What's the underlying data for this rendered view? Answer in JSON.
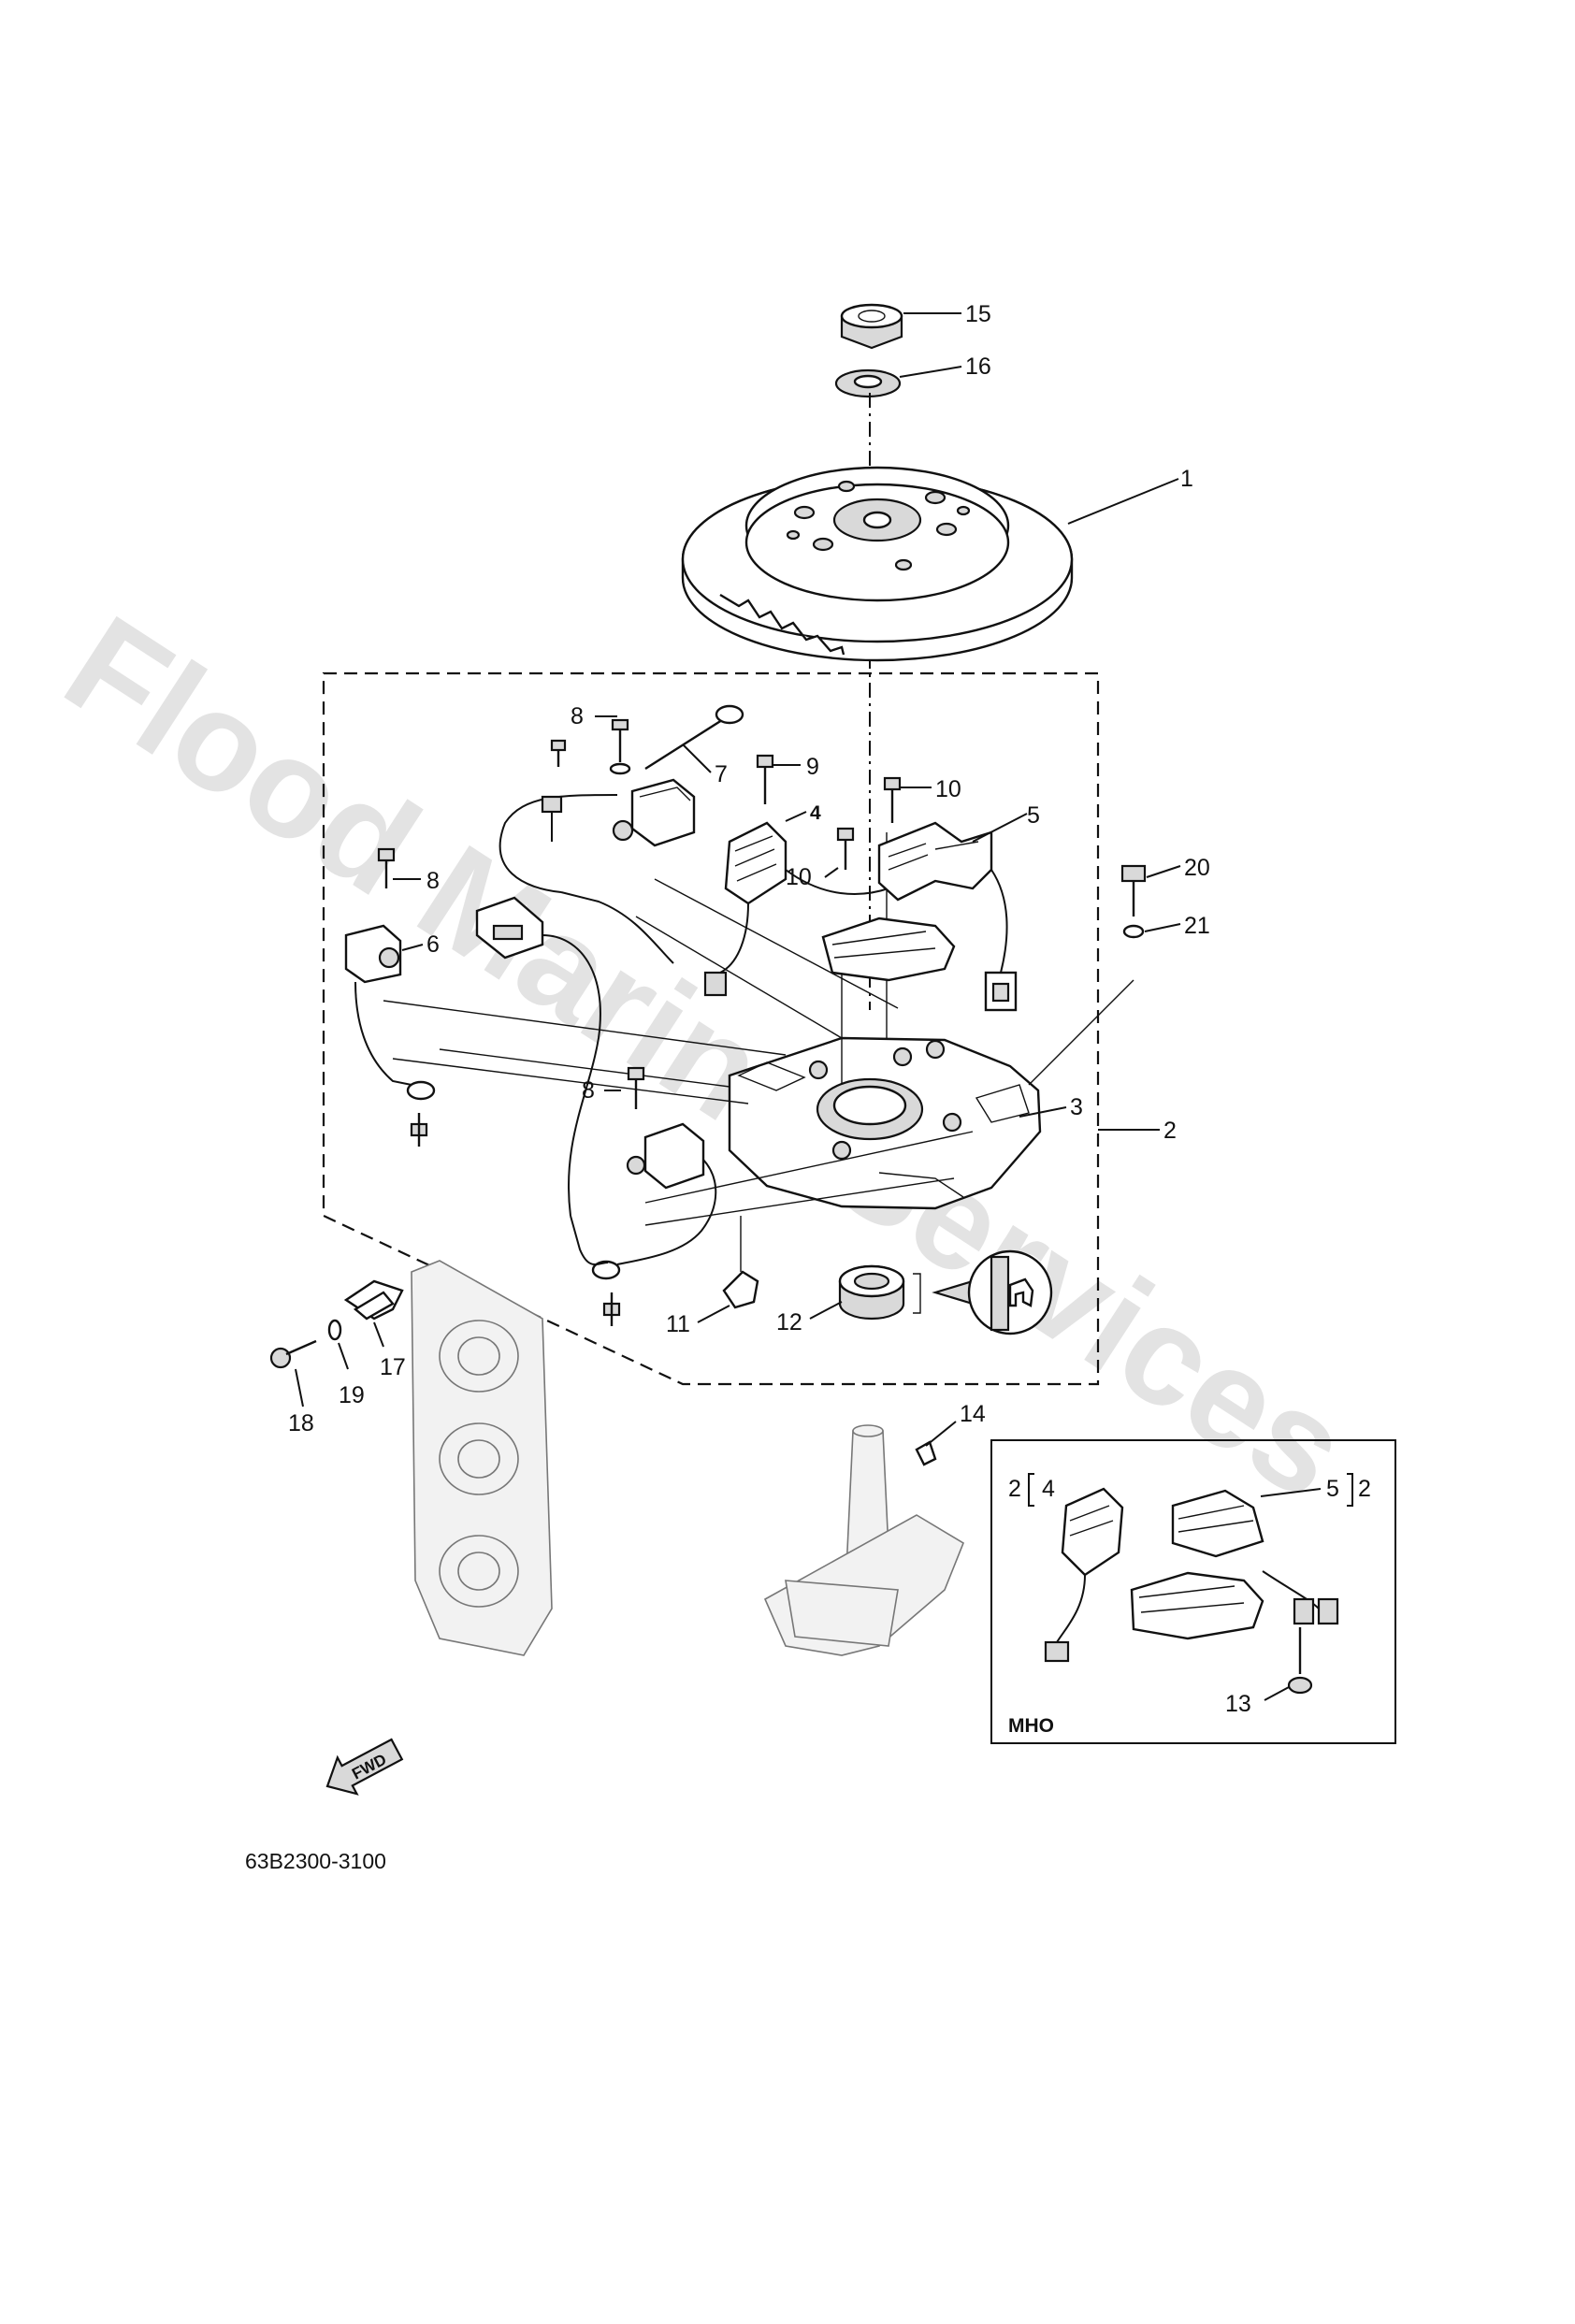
{
  "watermark": "Flood Marine Services",
  "diagram_code": "63B2300-3100",
  "inset_label": "MHO",
  "fwd_label": "FWD",
  "callouts": {
    "c1": "1",
    "c2": "2",
    "c3": "3",
    "c4": "4",
    "c5": "5",
    "c6": "6",
    "c7": "7",
    "c8a": "8",
    "c8b": "8",
    "c8c": "8",
    "c9": "9",
    "c10a": "10",
    "c10b": "10",
    "c11": "11",
    "c12": "12",
    "c13": "13",
    "c14": "14",
    "c15": "15",
    "c16": "16",
    "c17": "17",
    "c18": "18",
    "c19": "19",
    "c20": "20",
    "c21": "21"
  },
  "inset_callouts": {
    "left_group": "2",
    "left_item": "4",
    "right_item": "5",
    "right_group": "2"
  }
}
